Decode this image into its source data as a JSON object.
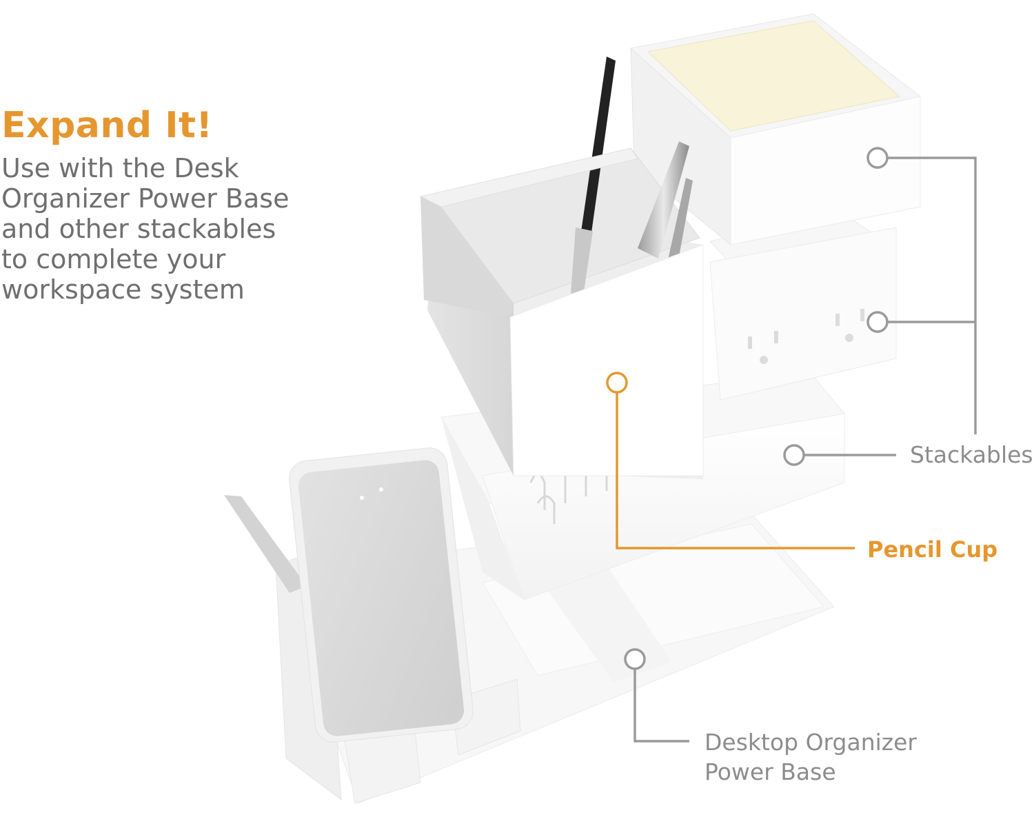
{
  "headline": "Expand It!",
  "body_lines": [
    "Use with the Desk",
    "Organizer Power Base",
    "and other stackables",
    "to complete your",
    "workspace system"
  ],
  "callouts": {
    "stackables": "Stackables",
    "pencil_cup": "Pencil Cup",
    "base_line1": "Desktop Organizer",
    "base_line2": "Power Base"
  },
  "colors": {
    "accent": "#e5972f",
    "text_gray": "#6f6f6f",
    "callout_gray": "#8c8c8c",
    "leader_gray": "#9a9a9a"
  }
}
